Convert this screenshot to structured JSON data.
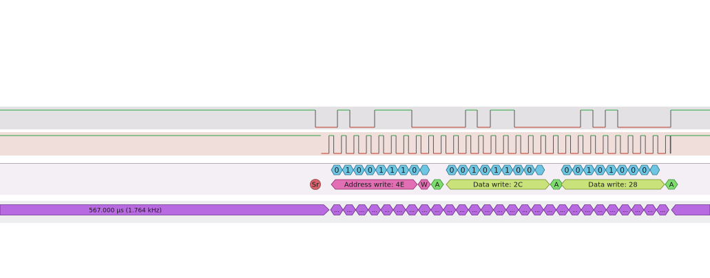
{
  "colors": {
    "sda_bg": "#e3e1e3",
    "scl_bg": "#f0dedb",
    "decode_bg": "#f3eff5",
    "timing_bg": "#eeedf0",
    "signal_high": "#28a745",
    "signal_low": "#c0392b",
    "bit_fill": "#6ec6e3",
    "address_fill": "#e26fb3",
    "data_fill": "#c9e27a",
    "ack_fill": "#7fdc6f",
    "start_fill": "#d9636b",
    "timing_fill": "#b86ae0"
  },
  "decode": {
    "start_label": "Sr",
    "groups": [
      {
        "bits": [
          "0",
          "1",
          "0",
          "0",
          "1",
          "1",
          "1",
          "0"
        ],
        "label": "Address write: 4E",
        "rw_label": "W",
        "ack_label": "A",
        "kind": "address"
      },
      {
        "bits": [
          "0",
          "0",
          "1",
          "0",
          "1",
          "1",
          "0",
          "0"
        ],
        "label": "Data write: 2C",
        "rw_label": "",
        "ack_label": "A",
        "kind": "data"
      },
      {
        "bits": [
          "0",
          "0",
          "1",
          "0",
          "1",
          "0",
          "0",
          "0"
        ],
        "label": "Data write: 28",
        "rw_label": "",
        "ack_label": "A",
        "kind": "data"
      }
    ]
  },
  "timing": {
    "period_label": "567.000 µs (1.764 kHz)",
    "pulse_label": "..."
  }
}
